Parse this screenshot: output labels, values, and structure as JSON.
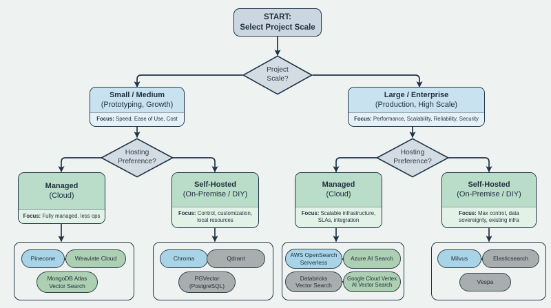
{
  "diagram": {
    "title": "Vector Database Selection Flowchart",
    "background_color": "#eef2f1",
    "line_color": "#1f3347",
    "palette": {
      "terminal": "#ccd6e0",
      "decision": "#d3dbe3",
      "scale_header": "#c9e2ef",
      "scale_focus": "#e4f1f8",
      "hosting_header": "#b9ddc8",
      "hosting_focus": "#e3f2e6",
      "pill_blue": "#a9d4e8",
      "pill_green": "#adcfb2",
      "pill_grey": "#a8adad"
    }
  },
  "start": {
    "line1": "START:",
    "line2": "Select Project Scale"
  },
  "decisions": {
    "project_scale": {
      "line1": "Project",
      "line2": "Scale?"
    },
    "hosting_left": {
      "line1": "Hosting",
      "line2": "Preference?"
    },
    "hosting_right": {
      "line1": "Hosting",
      "line2": "Preference?"
    }
  },
  "scale_branches": [
    {
      "title": "Small / Medium",
      "subtitle": "(Prototyping, Growth)",
      "focus_label": "Focus:",
      "focus_text": "Speed, Ease of Use, Cost"
    },
    {
      "title": "Large / Enterprise",
      "subtitle": "(Production, High Scale)",
      "focus_label": "Focus:",
      "focus_text": "Performance, Scalability, Reliability, Security"
    }
  ],
  "hosting_branches": [
    {
      "title": "Managed",
      "subtitle": "(Cloud)",
      "focus_label": "Focus:",
      "focus_text": "Fully managed, less ops"
    },
    {
      "title": "Self-Hosted",
      "subtitle": "(On-Premise / DIY)",
      "focus_label": "Focus:",
      "focus_text": "Control, customization, local resources"
    },
    {
      "title": "Managed",
      "subtitle": "(Cloud)",
      "focus_label": "Focus:",
      "focus_text": "Scalable infrastructure, SLAs, integration"
    },
    {
      "title": "Self-Hosted",
      "subtitle": "(On-Premise / DIY)",
      "focus_label": "Focus:",
      "focus_text": "Max control, data sovereignty, existing infra"
    }
  ],
  "leaf_groups": [
    {
      "group": "small-medium-managed",
      "options": [
        {
          "label": "Pinecone",
          "color": "blue"
        },
        {
          "label": "Weaviate Cloud",
          "color": "green"
        },
        {
          "label": "MongoDB Atlas Vector Search",
          "color": "green"
        }
      ]
    },
    {
      "group": "small-medium-self-hosted",
      "options": [
        {
          "label": "Chroma",
          "color": "blue"
        },
        {
          "label": "Qdrant",
          "color": "grey"
        },
        {
          "label": "PGVector (PostgreSQL)",
          "color": "grey"
        }
      ]
    },
    {
      "group": "enterprise-managed",
      "options": [
        {
          "label": "AWS OpenSearch Serverless",
          "color": "blue"
        },
        {
          "label": "Azure AI Search",
          "color": "green"
        },
        {
          "label": "Databricks Vector Search",
          "color": "grey"
        },
        {
          "label": "Google Cloud Vertex AI Vector Search",
          "color": "green"
        }
      ]
    },
    {
      "group": "enterprise-self-hosted",
      "options": [
        {
          "label": "Milvus",
          "color": "blue"
        },
        {
          "label": "Elasticsearch",
          "color": "grey"
        },
        {
          "label": "Vespa",
          "color": "grey"
        }
      ]
    }
  ],
  "leaf_text": {
    "pinecone": "Pinecone",
    "weaviate": "Weaviate Cloud",
    "mongodb_l1": "MongoDB Atlas",
    "mongodb_l2": "Vector Search",
    "chroma": "Chroma",
    "qdrant": "Qdrant",
    "pgvector_l1": "PGVector",
    "pgvector_l2": "(PostgreSQL)",
    "aws_l1": "AWS OpenSearch",
    "aws_l2": "Serverless",
    "azure": "Azure AI Search",
    "databricks_l1": "Databricks",
    "databricks_l2": "Vector Search",
    "gcp_l1": "Google Cloud Vertex",
    "gcp_l2": "AI Vector Search",
    "milvus": "Milvus",
    "elasticsearch": "Elasticsearch",
    "vespa": "Vespa"
  }
}
